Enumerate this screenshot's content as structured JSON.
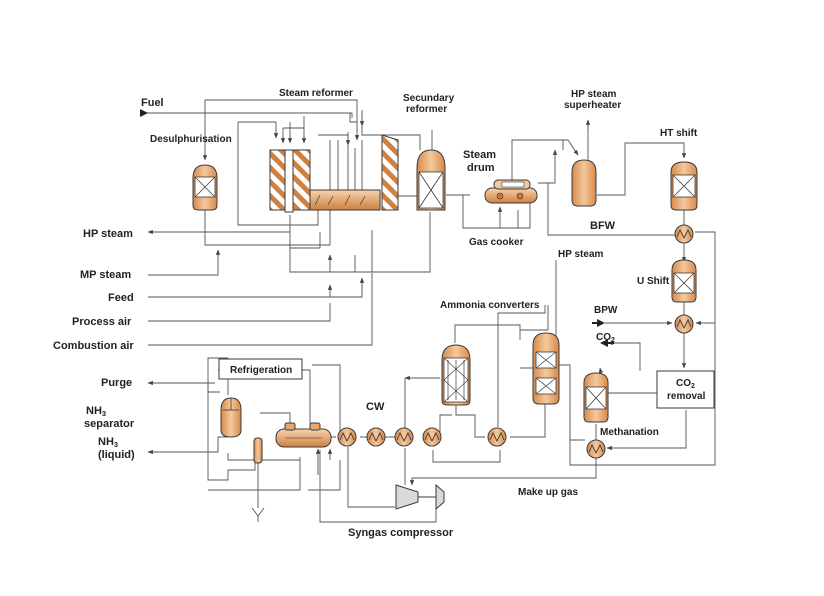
{
  "colors": {
    "equipment_fill": "#e8a76a",
    "equipment_dark": "#c97a3a",
    "equipment_light": "#f6d3ae",
    "stripe": "#d0803f",
    "line": "#555555",
    "text": "#222222"
  },
  "labels": {
    "fuel": "Fuel",
    "desulphurisation": "Desulphurisation",
    "steam_reformer": "Steam reformer",
    "secundary_reformer_1": "Secundary",
    "secundary_reformer_2": "reformer",
    "hp_steam_superheater_1": "HP steam",
    "hp_steam_superheater_2": "superheater",
    "ht_shift": "HT shift",
    "steam_drum_1": "Steam",
    "steam_drum_2": "drum",
    "gas_cooker": "Gas cooker",
    "bfw": "BFW",
    "hp_steam_mid": "HP steam",
    "u_shift": "U Shift",
    "bpw": "BPW",
    "co2_top_main": "CO",
    "co2_top_sub": "2",
    "co2_removal_main": "CO",
    "co2_removal_sub": "2",
    "co2_removal_2": "removal",
    "ammonia_converters": "Ammonia converters",
    "refrigeration": "Refrigeration",
    "cw": "CW",
    "methanation": "Methanation",
    "make_up_gas": "Make up gas",
    "syngas_compressor": "Syngas compressor",
    "hp_steam_left": "HP steam",
    "mp_steam": "MP steam",
    "feed": "Feed",
    "process_air": "Process air",
    "combustion_air": "Combustion air",
    "purge": "Purge",
    "nh3_separator_main": "NH",
    "nh3_separator_sub": "3",
    "nh3_separator_2": "separator",
    "nh3_liquid_main": "NH",
    "nh3_liquid_sub": "3",
    "nh3_liquid_2": "(liquid)"
  }
}
